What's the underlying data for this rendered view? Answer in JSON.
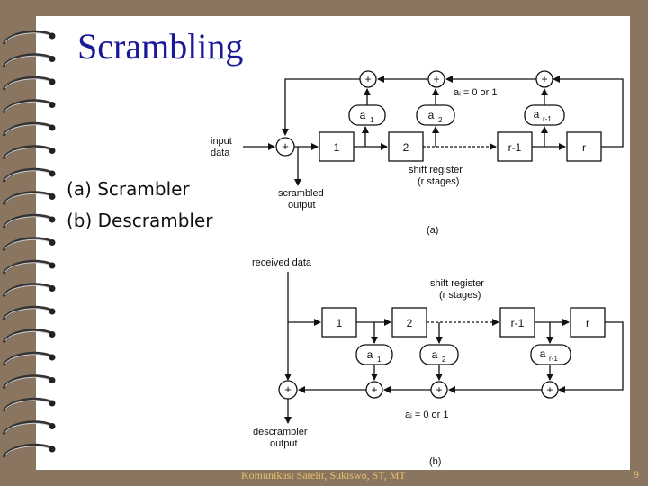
{
  "slide": {
    "title": "Scrambling",
    "bullets": [
      "(a) Scrambler",
      "(b) Descrambler"
    ],
    "footer": "Komunikasi Satelit, Sukiswo, ST, MT",
    "page_number": "9"
  },
  "diagram_a": {
    "input_label_1": "input",
    "input_label_2": "data",
    "plus": "+",
    "stage_1": "1",
    "stage_2": "2",
    "stage_r1": "r-1",
    "stage_r": "r",
    "coef_1": "a",
    "coef_1_sub": "1",
    "coef_2": "a",
    "coef_2_sub": "2",
    "coef_r1": "a",
    "coef_r1_sub": "r-1",
    "ai_note": "aᵢ = 0 or 1",
    "shift_register_1": "shift register",
    "shift_register_2": "(r stages)",
    "output_1": "scrambled",
    "output_2": "output",
    "caption": "(a)"
  },
  "diagram_b": {
    "received": "received data",
    "shift_register_1": "shift register",
    "shift_register_2": "(r stages)",
    "plus": "+",
    "stage_1": "1",
    "stage_2": "2",
    "stage_r1": "r-1",
    "stage_r": "r",
    "coef_1": "a",
    "coef_1_sub": "1",
    "coef_2": "a",
    "coef_2_sub": "2",
    "coef_r1": "a",
    "coef_r1_sub": "r-1",
    "ai_note": "aᵢ = 0 or 1",
    "output_1": "descrambler",
    "output_2": "output",
    "caption": "(b)"
  },
  "colors": {
    "frame": "#8a7560",
    "title": "#1a1a99",
    "footer_text": "#e7c26a",
    "spiral_ring": "#333333"
  }
}
